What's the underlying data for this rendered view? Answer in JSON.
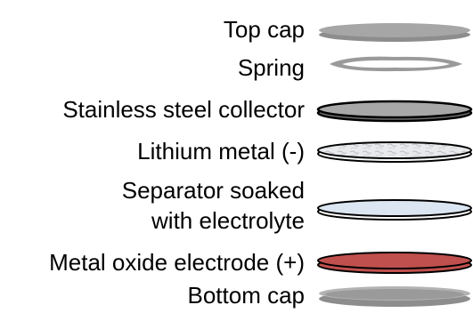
{
  "title": "",
  "components": [
    {
      "label": "Top cap",
      "fill": "#a6a6a6",
      "edge": "#8f8f8f"
    },
    {
      "label": "Spring",
      "fill": "#ffffff",
      "edge": "#9a9a9a"
    },
    {
      "label": "Stainless steel collector",
      "fill": "#a8a8a8",
      "edge": "#000000"
    },
    {
      "label": "Lithium metal (-)",
      "fill": "#e9eaec",
      "edge": "#000000"
    },
    {
      "label_line1": "Separator soaked",
      "label_line2": "with electrolyte",
      "fill": "#dbe6f2",
      "edge": "#000000"
    },
    {
      "label": "Metal oxide electrode (+)",
      "fill": "#c0504d",
      "edge": "#000000"
    },
    {
      "label": "Bottom cap",
      "fill": "#a6a6a6",
      "edge": "#8f8f8f"
    }
  ]
}
